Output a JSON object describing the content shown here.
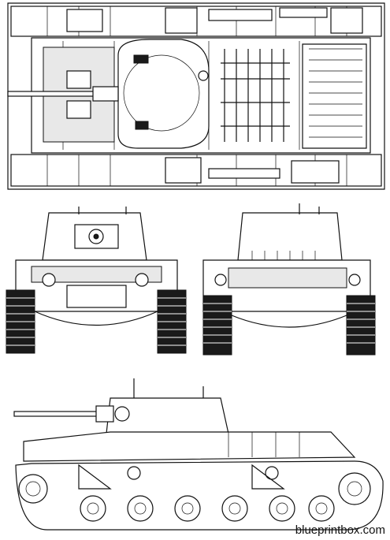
{
  "watermark": "blueprintbox.com",
  "views": [
    "top-view",
    "front-view",
    "rear-view",
    "side-view"
  ]
}
